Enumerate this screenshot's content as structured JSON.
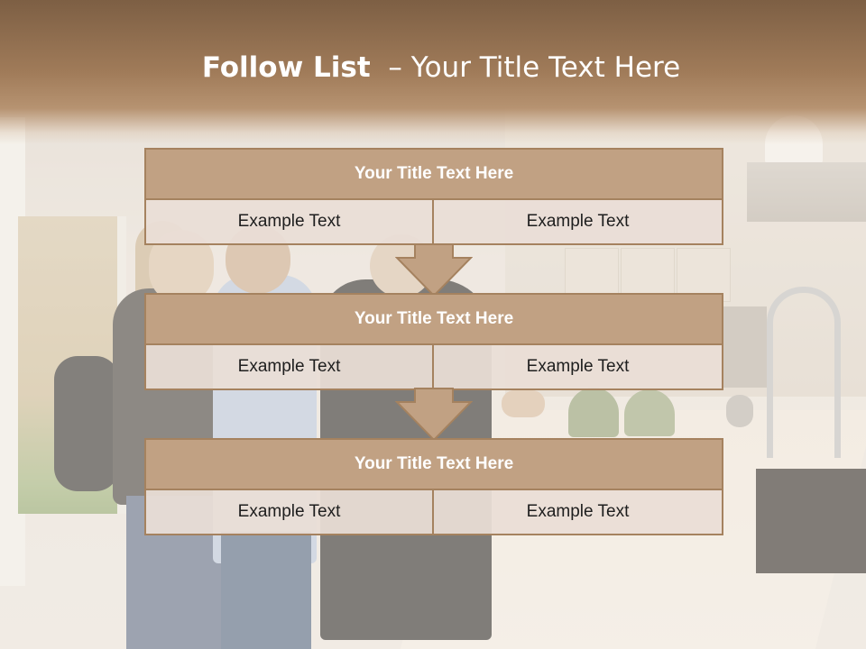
{
  "slide": {
    "title_bold": "Follow List",
    "title_dash": "–",
    "title_rest": "Your Title Text Here"
  },
  "blocks": [
    {
      "title": "Your Title Text Here",
      "cells": [
        "Example Text",
        "Example Text"
      ]
    },
    {
      "title": "Your Title Text Here",
      "cells": [
        "Example Text",
        "Example Text"
      ]
    },
    {
      "title": "Your Title Text Here",
      "cells": [
        "Example Text",
        "Example Text"
      ]
    }
  ],
  "colors": {
    "header_band": "#a07b59",
    "block_fill": "#c1a183",
    "block_border": "#a5825f",
    "cell_fill": "#e9ded6",
    "arrow_fill": "#c1a183"
  },
  "icons": [
    "down-arrow-icon",
    "down-arrow-icon"
  ]
}
